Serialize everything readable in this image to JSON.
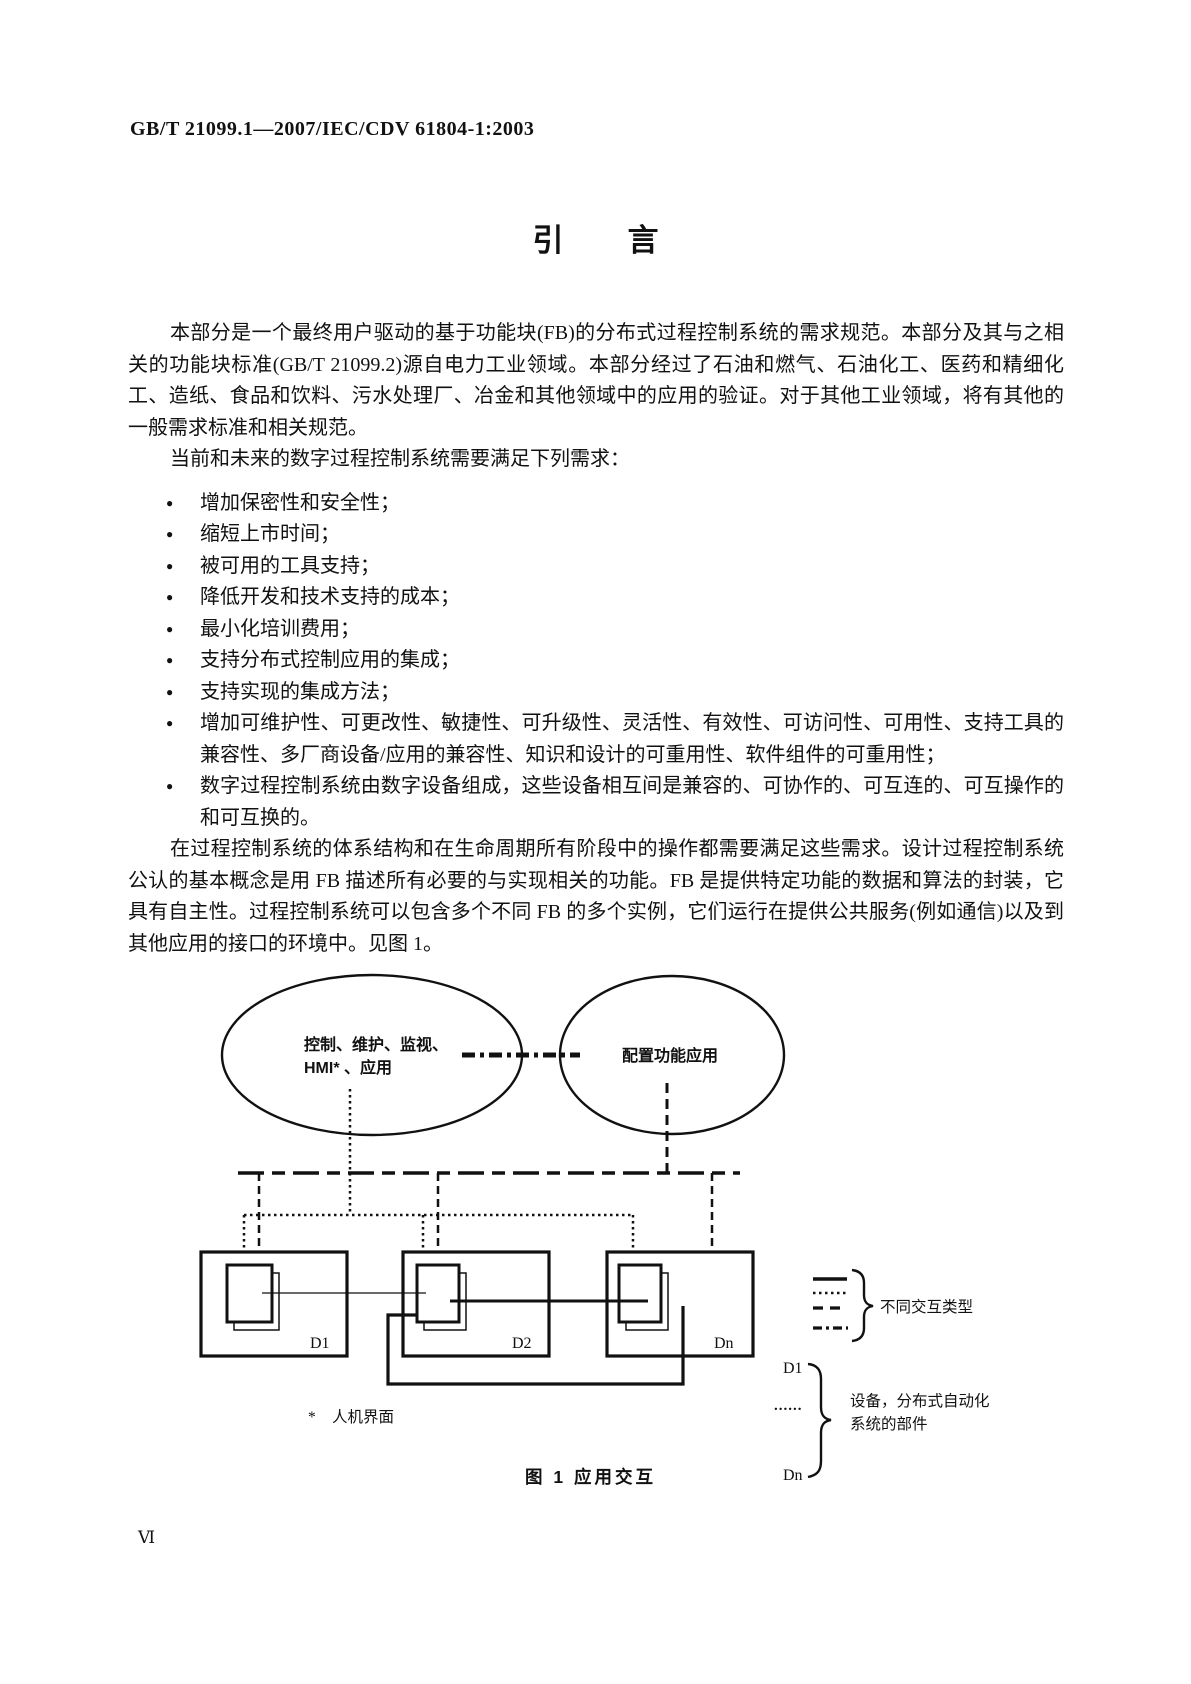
{
  "colors": {
    "ink": "#111111",
    "paper": "#ffffff"
  },
  "header": {
    "standard_number": "GB/T 21099.1—2007/IEC/CDV 61804-1:2003"
  },
  "title": {
    "char1": "引",
    "char2": "言"
  },
  "body": {
    "p1": "本部分是一个最终用户驱动的基于功能块(FB)的分布式过程控制系统的需求规范。本部分及其与之相关的功能块标准(GB/T 21099.2)源自电力工业领域。本部分经过了石油和燃气、石油化工、医药和精细化工、造纸、食品和饮料、污水处理厂、冶金和其他领域中的应用的验证。对于其他工业领域，将有其他的一般需求标准和相关规范。",
    "p2": "当前和未来的数字过程控制系统需要满足下列需求：",
    "bullets": [
      "增加保密性和安全性；",
      "缩短上市时间；",
      "被可用的工具支持；",
      "降低开发和技术支持的成本；",
      "最小化培训费用；",
      "支持分布式控制应用的集成；",
      "支持实现的集成方法；",
      "增加可维护性、可更改性、敏捷性、可升级性、灵活性、有效性、可访问性、可用性、支持工具的兼容性、多厂商设备/应用的兼容性、知识和设计的可重用性、软件组件的可重用性；",
      "数字过程控制系统由数字设备组成，这些设备相互间是兼容的、可协作的、可互连的、可互操作的和可互换的。"
    ],
    "p3": "在过程控制系统的体系结构和在生命周期所有阶段中的操作都需要满足这些需求。设计过程控制系统公认的基本概念是用 FB 描述所有必要的与实现相关的功能。FB 是提供特定功能的数据和算法的封装，它具有自主性。过程控制系统可以包含多个不同 FB 的多个实例，它们运行在提供公共服务(例如通信)以及到其他应用的接口的环境中。见图 1。"
  },
  "figure": {
    "ellipse_left_line1": "控制、维护、监视、",
    "ellipse_left_line2": "HMI* 、应用",
    "ellipse_right": "配置功能应用",
    "device_labels": [
      "D1",
      "D2",
      "Dn"
    ],
    "legend_interaction_label": "不同交互类型",
    "legend_device_top": "D1",
    "legend_device_dots": "......",
    "legend_device_bottom": "Dn",
    "legend_device_line1": "设备，分布式自动化",
    "legend_device_line2": "系统的部件",
    "footnote_star": "*",
    "footnote_text": "人机界面",
    "caption": "图 1  应用交互"
  },
  "footer": {
    "page_number": "Ⅵ"
  }
}
